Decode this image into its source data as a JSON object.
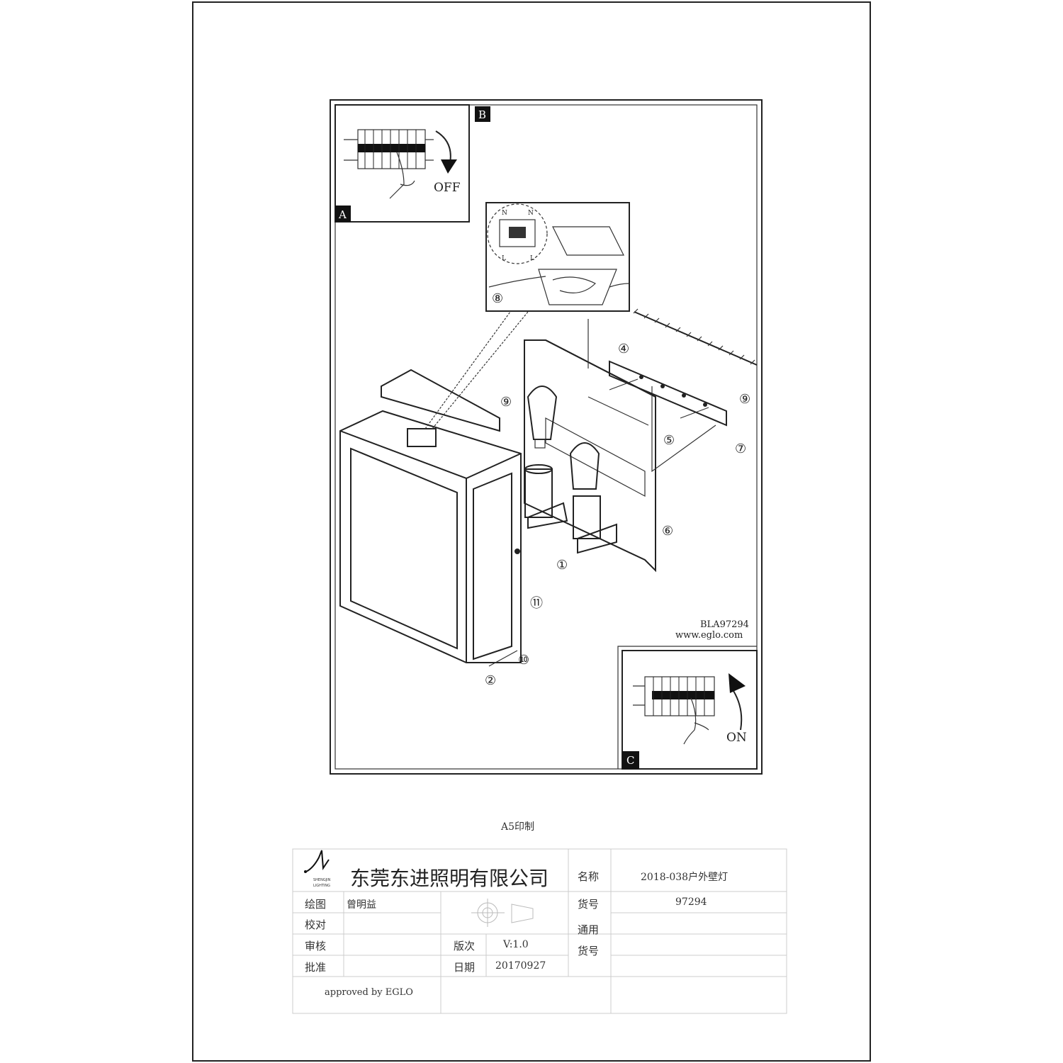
{
  "drawing": {
    "panels": {
      "a": "A",
      "b": "B",
      "c": "C"
    },
    "switch_off": "OFF",
    "switch_on": "ON",
    "steps": [
      "①",
      "②",
      "④",
      "⑤",
      "⑥",
      "⑦",
      "⑧",
      "⑨",
      "⑨",
      "⑩",
      "⑪"
    ],
    "wiring_labels": {
      "n_left": "N",
      "n_right": "N",
      "l_left": "L",
      "l_right": "L"
    },
    "model_code": "BLA97294",
    "website": "www.eglo.com"
  },
  "print_note": "A5印制",
  "title_block": {
    "company": "东莞东进照明有限公司",
    "logo_text": "SHENGJIN LIGHTING",
    "name_label": "名称",
    "name_value": "2018-038户外壁灯",
    "drawn_label": "绘图",
    "drawn_value": "曾明益",
    "item_no_label": "货号",
    "item_no_value": "97294",
    "check_label": "校对",
    "general_label_1": "通用",
    "general_label_2": "货号",
    "review_label": "审核",
    "version_label": "版次",
    "version_value": "V:1.0",
    "approve_label": "批准",
    "date_label": "日期",
    "date_value": "20170927",
    "approved_by": "approved by EGLO"
  }
}
